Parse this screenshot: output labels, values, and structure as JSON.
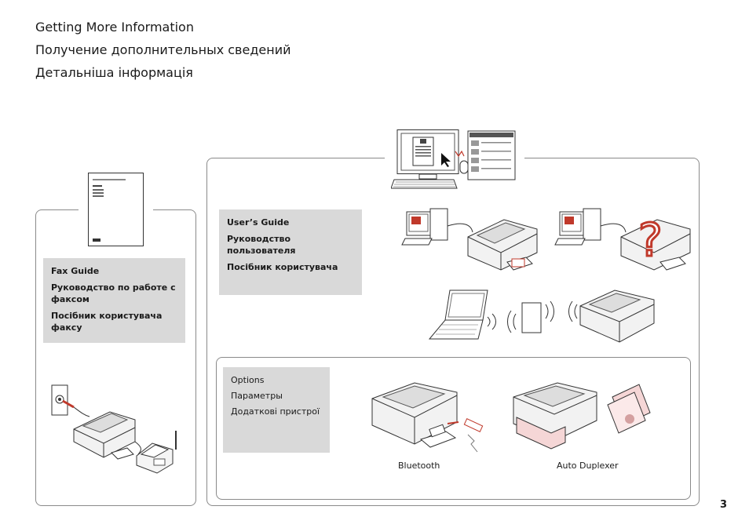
{
  "titles": {
    "en": "Getting More Information",
    "ru": "Получение дополнительных сведений",
    "uk": "Детальніша інформація"
  },
  "fax_guide": {
    "en": "Fax Guide",
    "ru": "Руководство по работе с факсом",
    "uk": "Посібник користувача факсу"
  },
  "users_guide": {
    "en": "User’s Guide",
    "ru": "Руководство пользователя",
    "uk": "Посібник користувача"
  },
  "options": {
    "en": "Options",
    "ru": "Параметры",
    "uk": "Додаткові пристрої"
  },
  "captions": {
    "bluetooth": "Bluetooth",
    "duplexer": "Auto Duplexer"
  },
  "page_number": "3"
}
